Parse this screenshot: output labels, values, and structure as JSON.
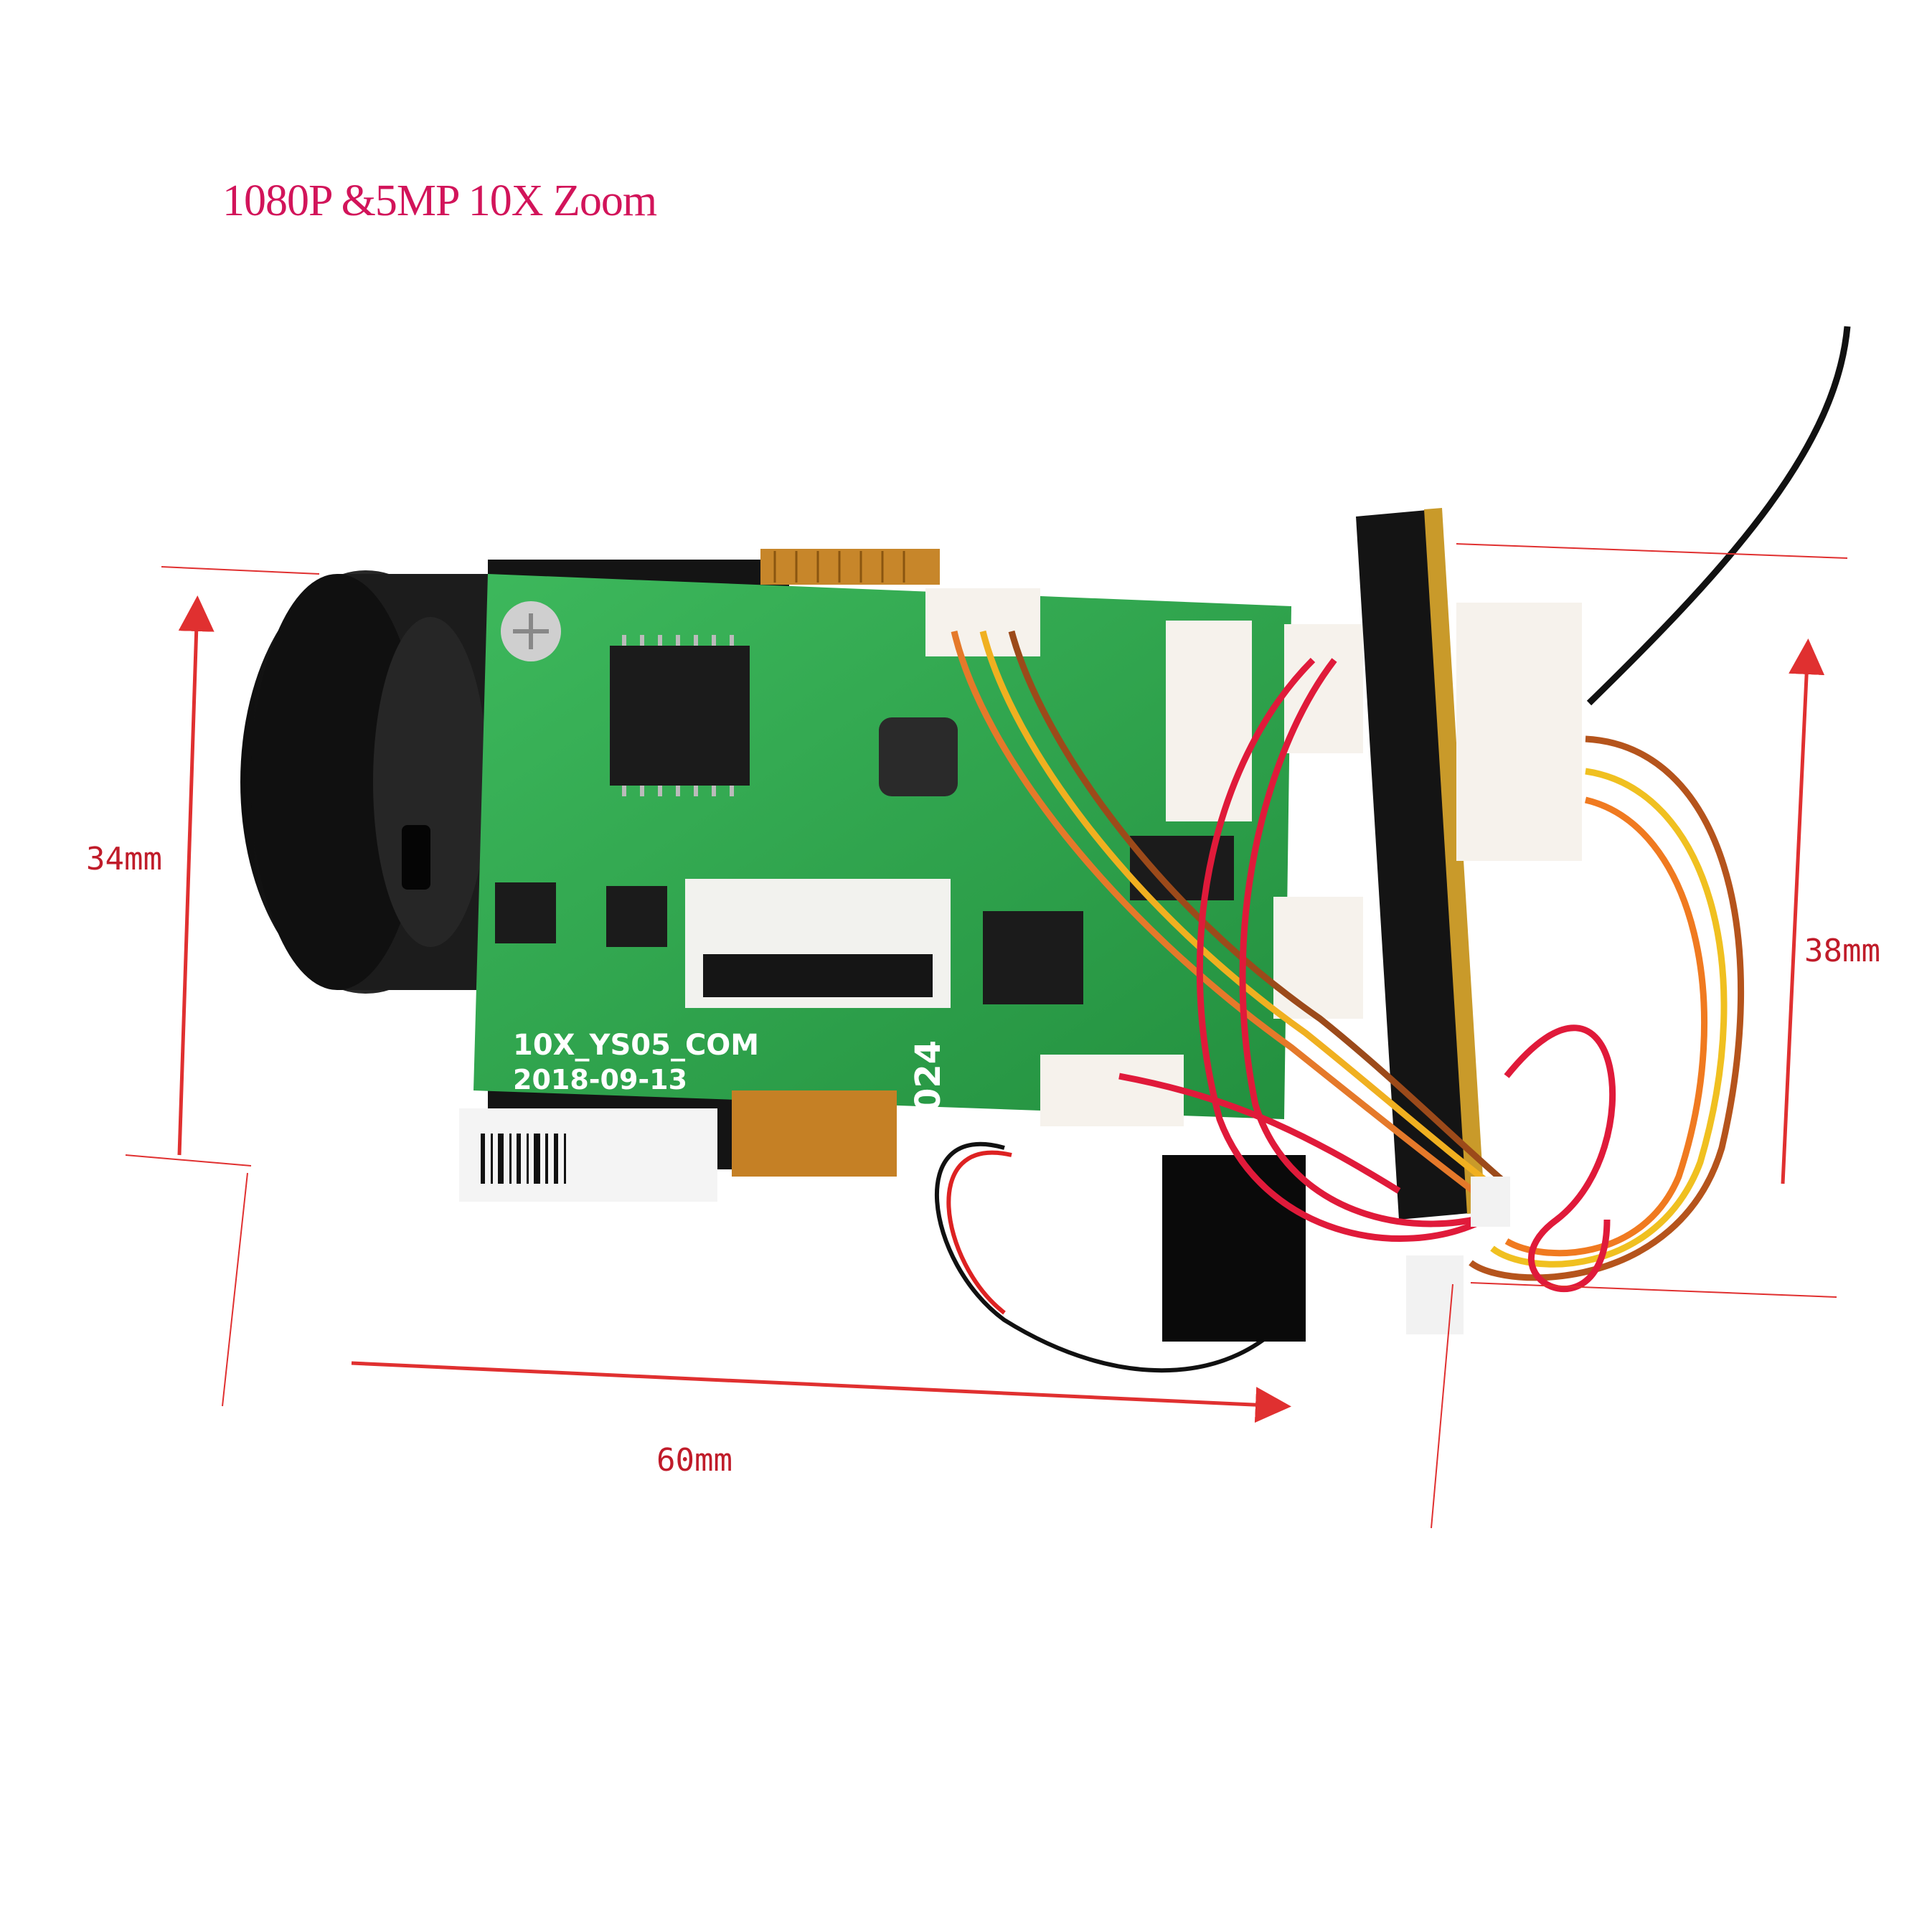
{
  "header": {
    "title": "1080P &5MP 10X Zoom"
  },
  "dimensions": {
    "height_left": "34mm",
    "height_right": "38mm",
    "length": "60mm"
  },
  "board": {
    "model_label": "10X_YS05_COM",
    "date_label": "2018-09-13",
    "code_label": "024"
  },
  "colors": {
    "accent": "#d2145a",
    "dimension_line": "#e03030",
    "pcb_green": "#2fa84f",
    "lens_black": "#1a1a1a"
  }
}
